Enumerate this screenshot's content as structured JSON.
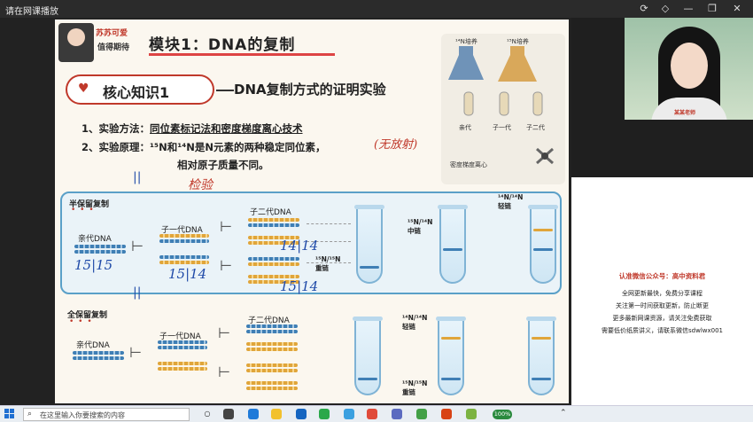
{
  "window": {
    "title": "请在网课播放",
    "buttons": {
      "refresh": "⟳",
      "pin": "◇",
      "minimize": "—",
      "restore": "❐",
      "close": "✕"
    }
  },
  "slide": {
    "brand_line1": "苏苏可爱",
    "brand_line2": "值得期待",
    "module_title": "模块1：DNA的复制",
    "core_label": "核心知识1",
    "core_subtitle": "DNA复制方式的证明实验",
    "point1_prefix": "1、实验方法：",
    "point1_text": "同位素标记法和密度梯度离心技术",
    "point2_prefix": "2、实验原理：",
    "point2_text": "¹⁵N和¹⁴N是N元素的两种稳定同位素，",
    "point2_cont": "相对原子质量不同。",
    "illus": {
      "flask1": "¹⁴N培养",
      "flask2": "¹⁵N培养",
      "gen0": "亲代",
      "gen1": "子一代",
      "gen2": "子二代",
      "centrifuge": "密度梯度离心"
    },
    "exp1": {
      "title": "半保留复制",
      "parent": "亲代DNA",
      "child1": "子一代DNA",
      "child2": "子二代DNA",
      "tube_mid": "¹⁵N/¹⁴N\n中链",
      "tube_heavy": "¹⁵N/¹⁵N\n重链",
      "tube_light": "¹⁴N/¹⁴N\n轻链"
    },
    "exp2": {
      "title": "全保留复制",
      "parent": "亲代DNA",
      "child1": "子一代DNA",
      "child2": "子二代DNA",
      "tube_light": "¹⁴N/¹⁴N\n轻链",
      "tube_heavy": "¹⁵N/¹⁵N\n重链"
    },
    "handwriting": {
      "stable": "(无放射)",
      "check": "检验",
      "a": "15|15",
      "b": "15|14",
      "c": "14|14",
      "d": "15|14"
    }
  },
  "camera": {
    "tag": "某某老师"
  },
  "ad": {
    "title": "认准微信公众号：高中资料君",
    "lines": [
      "全网更新最快，免费分享课程",
      "关注第一时间获取更新，防止断更",
      "更多最新网课资源，请关注免费获取",
      "需要低价纸质讲义，请联系微信sdwlwx001"
    ]
  },
  "taskbar": {
    "search_placeholder": "在这里输入你要搜索的内容",
    "badge": "100%"
  },
  "colors": {
    "accent_red": "#c0392b",
    "strand_blue": "#3f7fb5",
    "strand_orange": "#e0a53a",
    "box_blue": "#5aa0c8"
  }
}
